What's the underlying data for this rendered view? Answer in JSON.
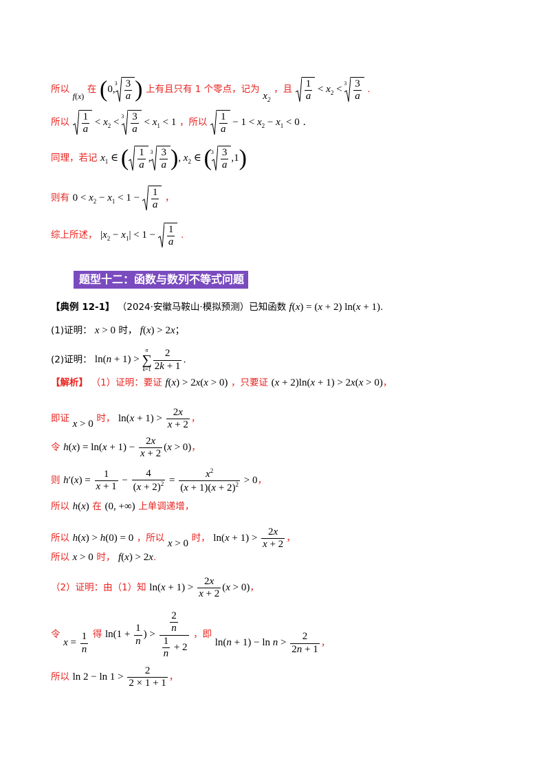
{
  "lines": {
    "l1": {
      "a": "所以",
      "b": "在",
      "c": "上有且只有 1 个零点，记为",
      "d": "，且",
      "e": "."
    },
    "l2": {
      "a": "所以",
      "b": "，所以",
      "c": "."
    },
    "l3": {
      "a": "同理，若记"
    },
    "l4": {
      "a": "则有"
    },
    "l5": {
      "a": "综上所述，"
    },
    "section_title": "题型十二：函数与数列不等式问题",
    "ex_tag": "【典例 12-1】",
    "ex_src": "（2024·安徽马鞍山·模拟预测）已知函数",
    "q1_a": "(1)证明：",
    "q1_b": "时，",
    "q2_a": "(2)证明：",
    "sol_tag": "【解析】",
    "sol_a": "（1）证明：要证",
    "sol_b": "，只要证",
    "p_a": "即证",
    "p_b": "时，",
    "h_a": "令",
    "d_a": "则",
    "m_a": "所以",
    "m_b": "在",
    "m_c": "上单调递增，",
    "g_a": "所以",
    "g_b": "，所以",
    "g_c": "时，",
    "c_a": "所以",
    "c_b": "时，",
    "s2_a": "（2）证明：由（1）知",
    "t_a": "令",
    "t_b": "得",
    "t_c": "，即",
    "f_a": "所以"
  }
}
